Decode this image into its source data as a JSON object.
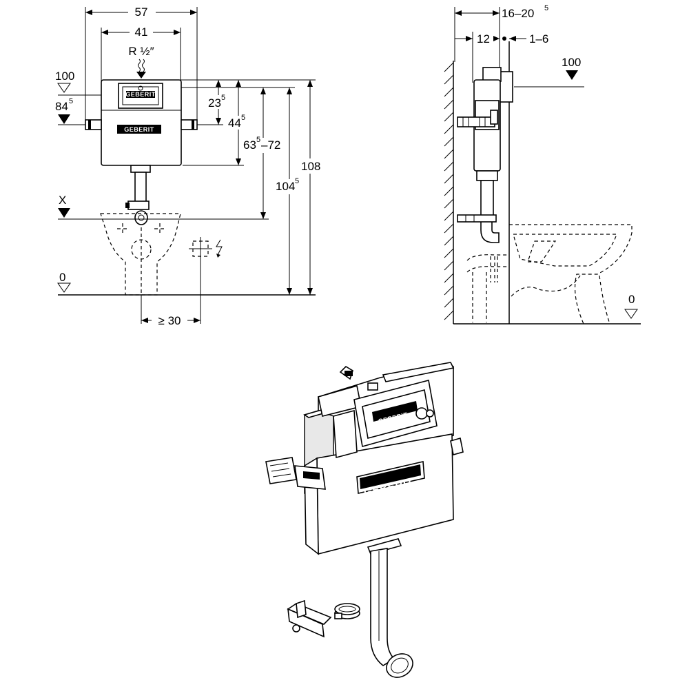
{
  "front_view": {
    "dim_width_outer": "57",
    "dim_width_inner": "41",
    "thread_label": "R ½″",
    "level_100": "100",
    "level_84": "84",
    "level_84_sup": "5",
    "dim_23": "23",
    "dim_23_sup": "5",
    "dim_44": "44",
    "dim_44_sup": "5",
    "dim_63": "63",
    "dim_63_sup": "5",
    "dim_63_range": "–72",
    "dim_104": "104",
    "dim_104_sup": "5",
    "dim_108": "108",
    "level_x": "X",
    "level_0": "0",
    "dim_min_30": "≥ 30"
  },
  "side_view": {
    "dim_16": "16–20",
    "dim_16_sup": "5",
    "dim_12": "12",
    "dim_1_6": "1–6",
    "level_100": "100",
    "level_0": "0"
  },
  "product": {
    "brand_logo": "GEBERIT",
    "brand_logo_small": "GEBERIT"
  }
}
